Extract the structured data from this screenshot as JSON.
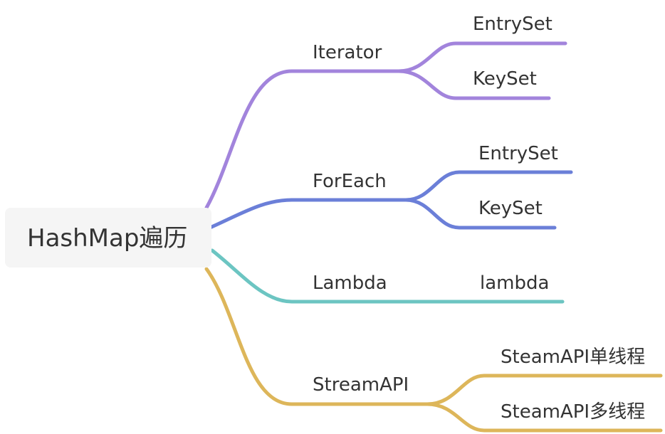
{
  "mindmap": {
    "root": "HashMap遍历",
    "branches": [
      {
        "label": "Iterator",
        "color": "#a284dc",
        "children": [
          "EntrySet",
          "KeySet"
        ]
      },
      {
        "label": "ForEach",
        "color": "#6b7fd8",
        "children": [
          "EntrySet",
          "KeySet"
        ]
      },
      {
        "label": "Lambda",
        "color": "#6cc5c2",
        "children": [
          "lambda"
        ]
      },
      {
        "label": "StreamAPI",
        "color": "#ddb65a",
        "children": [
          "SteamAPI单线程",
          "SteamAPI多线程"
        ]
      }
    ]
  }
}
